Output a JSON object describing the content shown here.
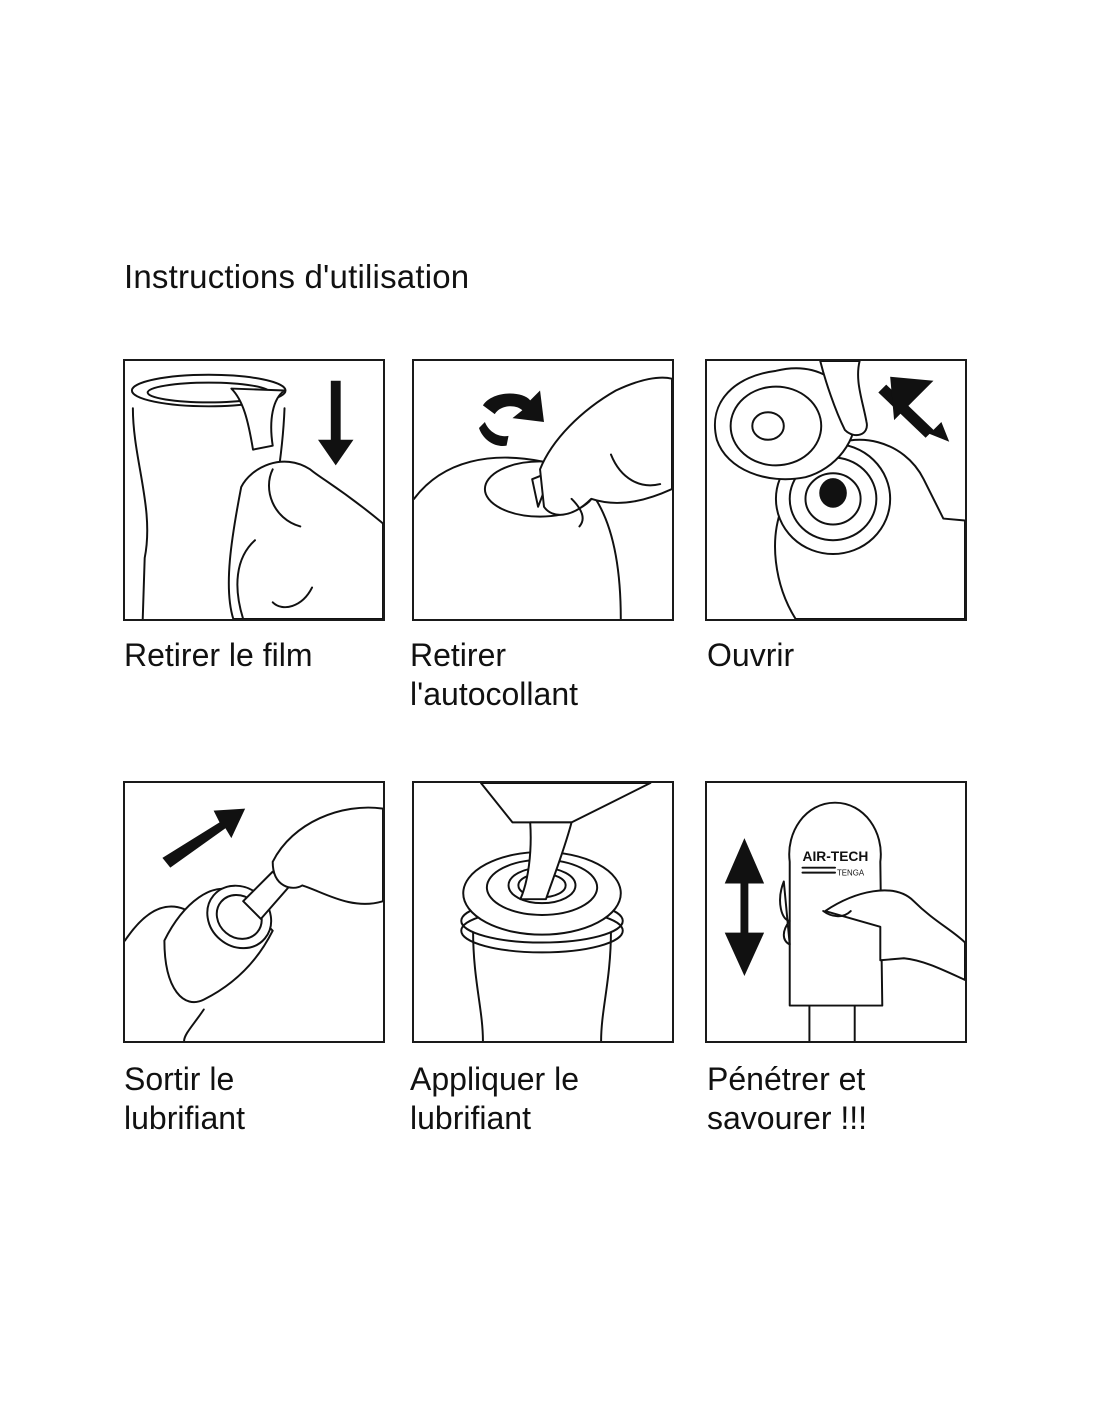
{
  "title": "Instructions d'utilisation",
  "steps": [
    {
      "icon": "peel-film-illustration",
      "line1": "Retirer le film",
      "line2": ""
    },
    {
      "icon": "remove-sticker-illustration",
      "line1": "Retirer",
      "line2": "l'autocollant"
    },
    {
      "icon": "open-cap-illustration",
      "line1": "Ouvrir",
      "line2": ""
    },
    {
      "icon": "take-out-lubricant-illustration",
      "line1": "Sortir le",
      "line2": "lubrifiant"
    },
    {
      "icon": "apply-lubricant-illustration",
      "line1": "Appliquer le",
      "line2": "lubrifiant"
    },
    {
      "icon": "insert-enjoy-illustration",
      "line1": "Pénétrer et",
      "line2": "savourer !!!"
    }
  ],
  "product_label": {
    "brand": "AIR-TECH",
    "maker": "TENGA"
  }
}
